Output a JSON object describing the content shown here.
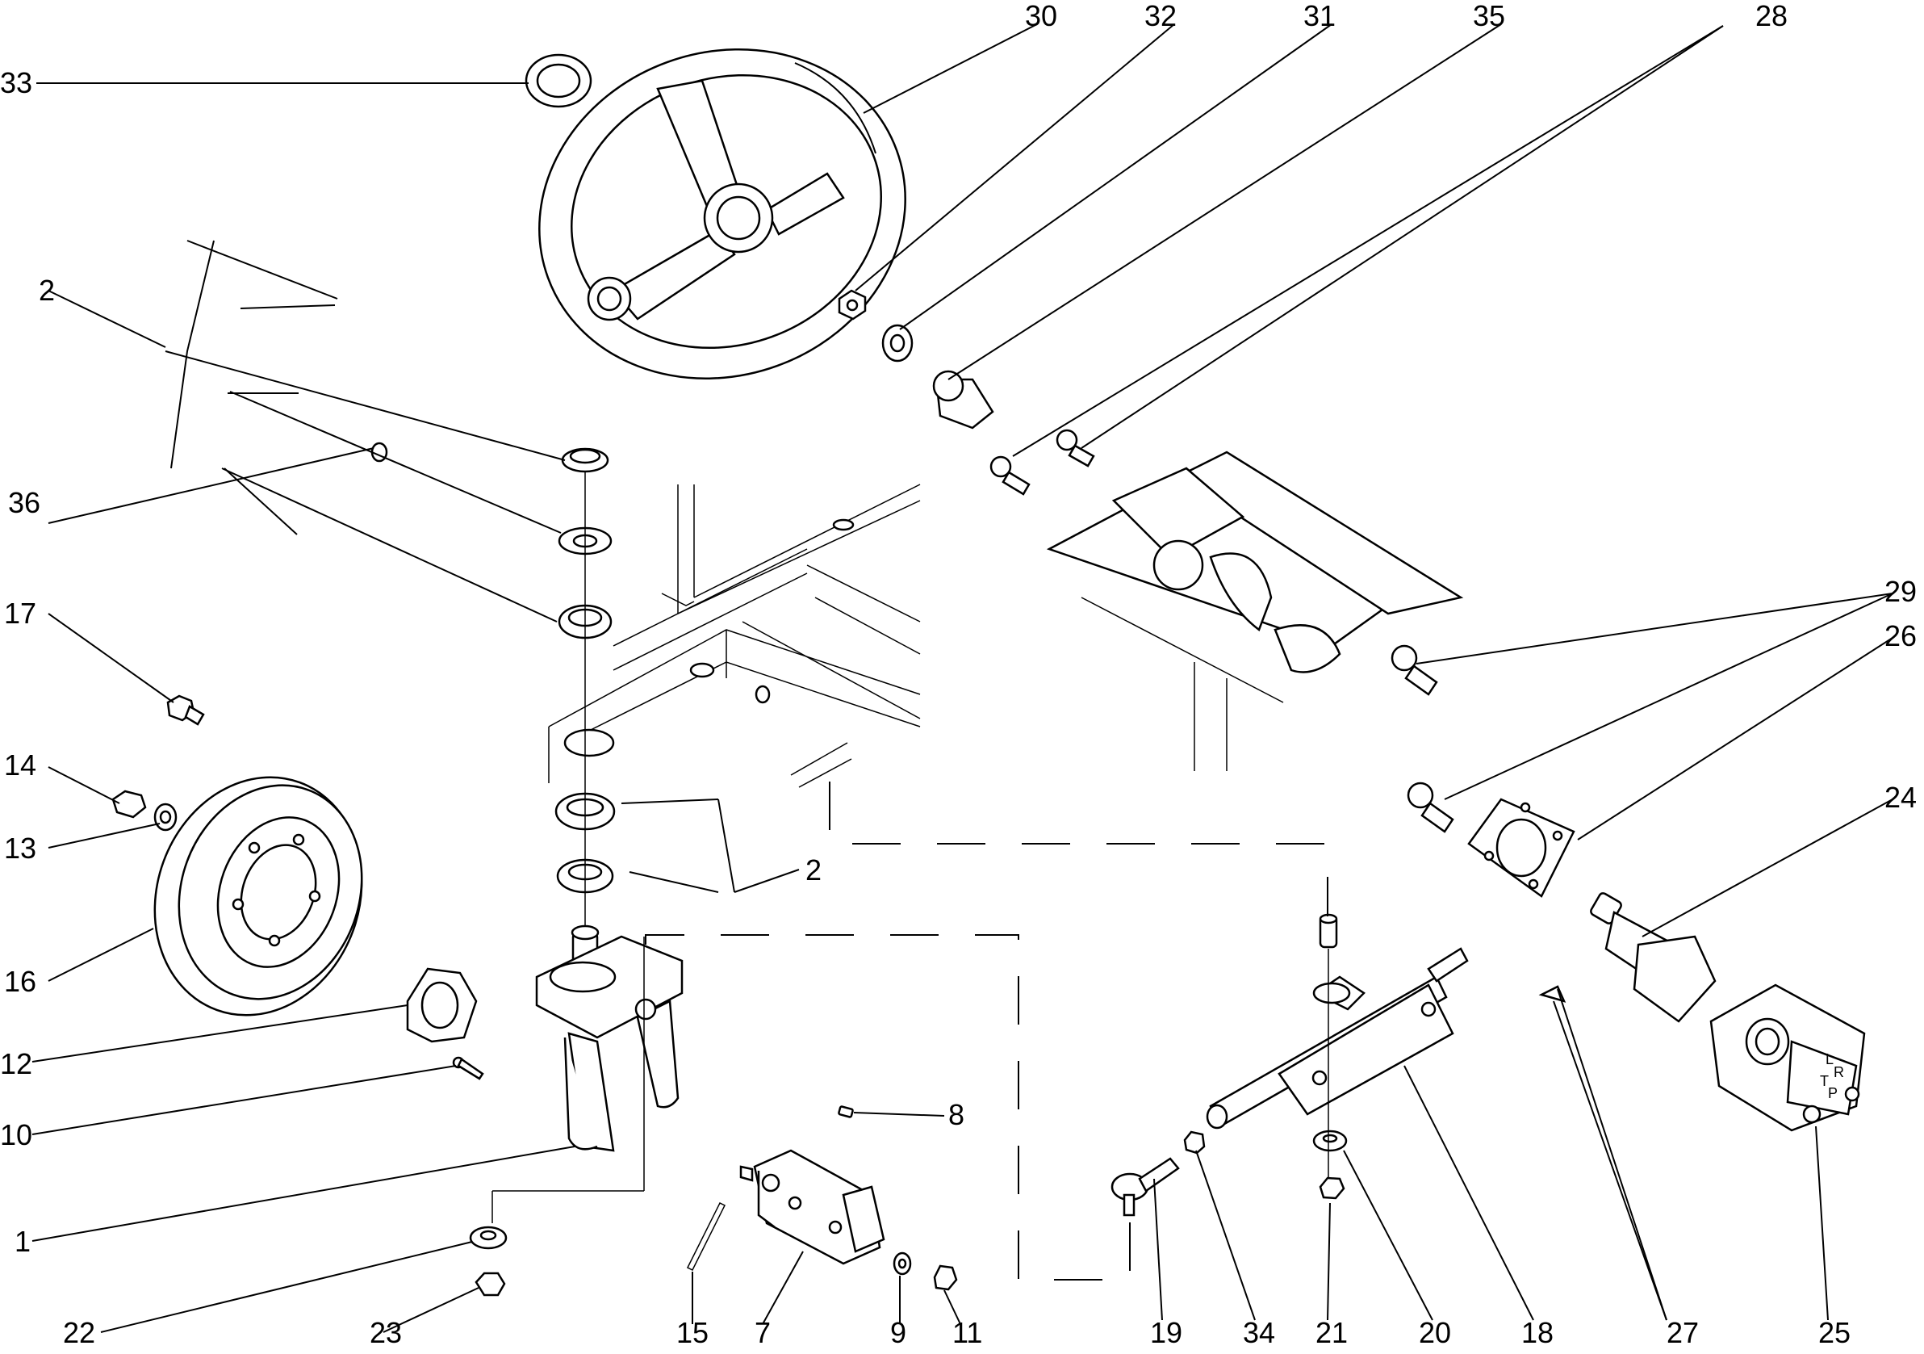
{
  "diagram": {
    "labels": {
      "p1": "1",
      "p2a": "2",
      "p2b": "2",
      "p7": "7",
      "p8": "8",
      "p9": "9",
      "p10": "10",
      "p11": "11",
      "p12": "12",
      "p13": "13",
      "p14": "14",
      "p15": "15",
      "p16": "16",
      "p17": "17",
      "p18": "18",
      "p19": "19",
      "p20": "20",
      "p21": "21",
      "p22": "22",
      "p23": "23",
      "p24": "24",
      "p25": "25",
      "p26": "26",
      "p27": "27",
      "p28": "28",
      "p29": "29",
      "p30": "30",
      "p31": "31",
      "p32": "32",
      "p33": "33",
      "p34": "34",
      "p35": "35",
      "p36": "36"
    },
    "port_letters": {
      "l": "L",
      "r": "R",
      "t": "T",
      "p": "P"
    }
  }
}
